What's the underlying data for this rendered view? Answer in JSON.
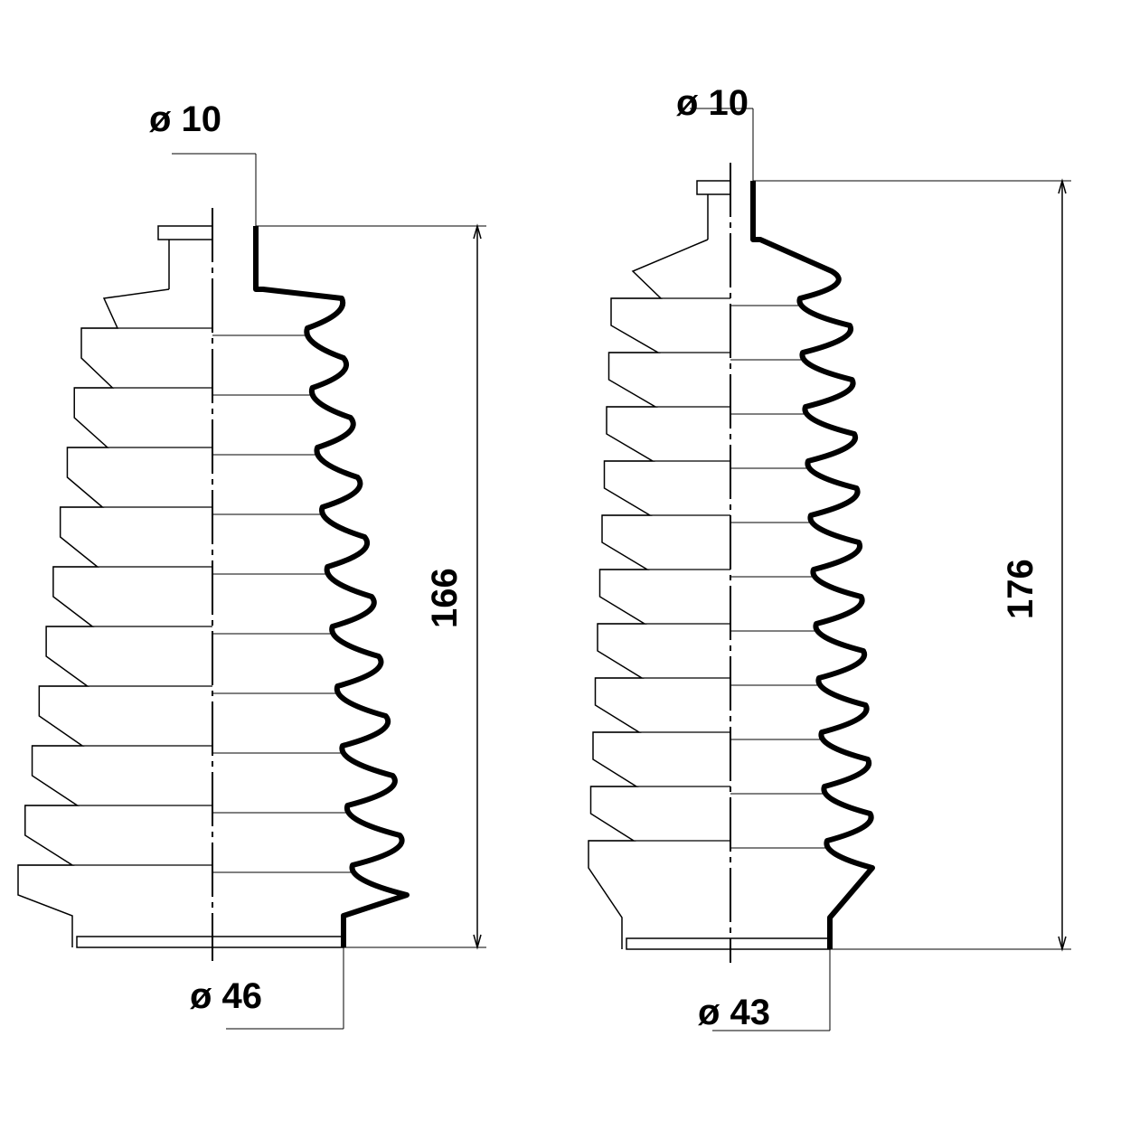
{
  "colors": {
    "line": "#000000",
    "thin": "#333333",
    "background": "#ffffff"
  },
  "left_boot": {
    "top_diameter_label": "ø 10",
    "bottom_diameter_label": "ø 46",
    "length_label": "166"
  },
  "right_boot": {
    "top_diameter_label": "ø 10",
    "bottom_diameter_label": "ø 43",
    "length_label": "176"
  }
}
